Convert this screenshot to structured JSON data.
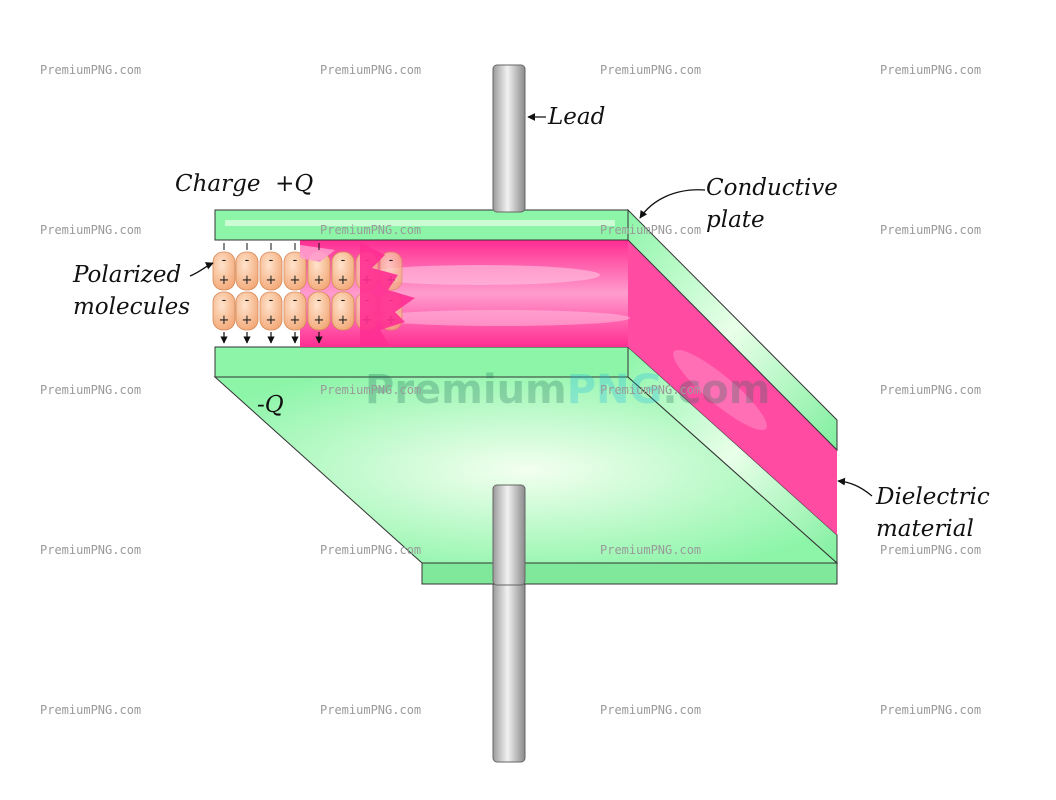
{
  "labels": {
    "lead": "Lead",
    "charge_pos": "Charge  +Q",
    "charge_neg": "-Q",
    "conductive_line1": "Conductive",
    "conductive_line2": "plate",
    "polarized_line1": "Polarized",
    "polarized_line2": "molecules",
    "dielectric_line1": "Dielectric",
    "dielectric_line2": "material"
  },
  "molecule_signs": {
    "negative": "-",
    "positive": "+"
  },
  "watermark": {
    "text": "PremiumPNG.com",
    "big_part1": "Premium",
    "big_part2": "PNG",
    "big_part3": ".com"
  },
  "colors": {
    "plate": "#8cf5a8",
    "plate_dark": "#5fd983",
    "dielectric": "#ff2d92",
    "molecule": "#f8b98a",
    "lead": "#c9c9c9"
  }
}
